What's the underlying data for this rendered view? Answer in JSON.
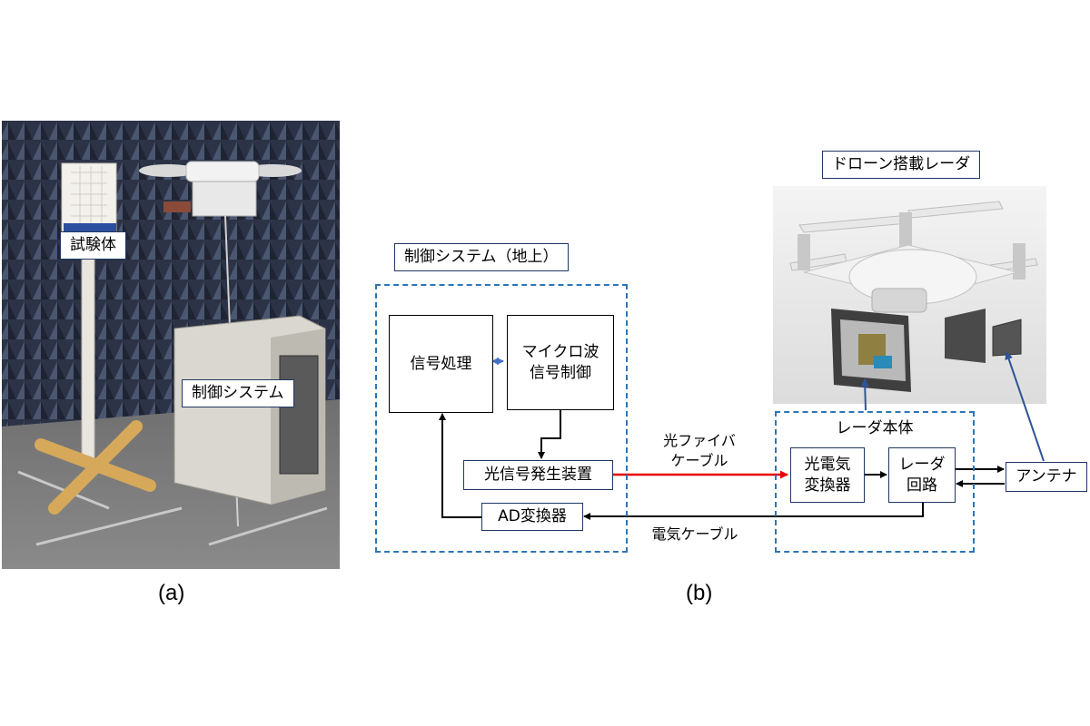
{
  "panel_a": {
    "label": "(a)",
    "photo_labels": {
      "specimen": "試験体",
      "control_system": "制御システム"
    }
  },
  "panel_b": {
    "label": "(b)",
    "drone_radar_title": "ドローン搭載レーダ",
    "ground_system": {
      "title": "制御システム（地上）",
      "signal_processing": "信号処理",
      "microwave_control": "マイクロ波\n信号制御",
      "optical_signal_generator": "光信号発生装置",
      "ad_converter": "AD変換器"
    },
    "radar_body": {
      "title": "レーダ本体",
      "oe_converter": "光電気\n変換器",
      "radar_circuit": "レーダ\n回路"
    },
    "antenna": "アンテナ",
    "optical_fiber_cable": "光ファイバ\nケーブル",
    "electric_cable": "電気ケーブル"
  },
  "colors": {
    "box_border": "#1f3864",
    "dashed_border": "#2e75b6",
    "fiber_line": "#e60000",
    "bidir_arrow": "#4472c4"
  }
}
